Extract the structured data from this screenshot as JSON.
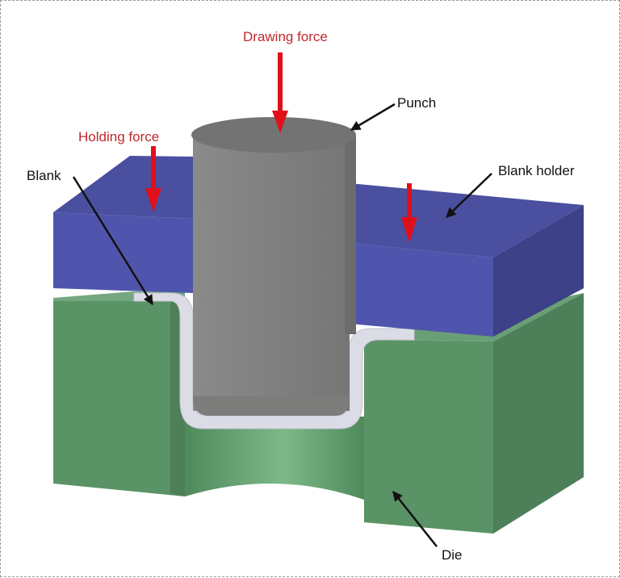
{
  "labels": {
    "drawing_force": "Drawing force",
    "holding_force": "Holding force",
    "punch": "Punch",
    "blank": "Blank",
    "blank_holder": "Blank holder",
    "die": "Die"
  },
  "colors": {
    "force_label": "#c0282d",
    "force_arrow": "#e0101a",
    "callout_text": "#111111",
    "punch_front": "#80807f",
    "punch_side": "#6c6c6c",
    "punch_top": "#727272",
    "blank_holder_top": "#4a4fa0",
    "blank_holder_front": "#4f55ac",
    "blank_holder_side": "#3c4188",
    "blank": "#dcdce6",
    "die_front": "#5a9366",
    "die_side": "#4d7f59",
    "die_top": "#74a780",
    "die_cavity": "#6aa678"
  }
}
